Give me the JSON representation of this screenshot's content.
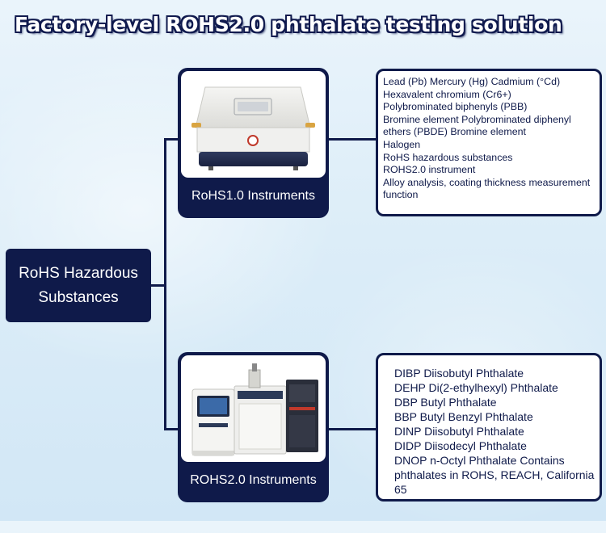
{
  "title": "Factory-level ROHS2.0 phthalate testing solution",
  "root_label": "RoHS Hazardous Substances",
  "instrument_1": {
    "label": "RoHS1.0 Instruments",
    "features": [
      "Lead (Pb) Mercury (Hg) Cadmium (°Cd)",
      "Hexavalent chromium (Cr6+)",
      "Polybrominated biphenyls (PBB)",
      "Bromine element Polybrominated diphenyl ethers (PBDE) Bromine element",
      "Halogen",
      "RoHS hazardous substances",
      "ROHS2.0 instrument",
      "Alloy analysis, coating thickness measurement function"
    ]
  },
  "instrument_2": {
    "label": "ROHS2.0 Instruments",
    "features": [
      "DIBP Diisobutyl Phthalate",
      "DEHP Di(2-ethylhexyl) Phthalate",
      "DBP Butyl Phthalate",
      "BBP Butyl Benzyl Phthalate",
      "DINP Diisobutyl Phthalate",
      "DIDP Diisodecyl Phthalate",
      "DNOP n-Octyl Phthalate Contains phthalates in ROHS, REACH, California 65"
    ]
  },
  "colors": {
    "navy": "#0f1a4a",
    "background": "#dcedf8",
    "accent_gold": "#d9a441",
    "accent_red": "#c0392b"
  }
}
